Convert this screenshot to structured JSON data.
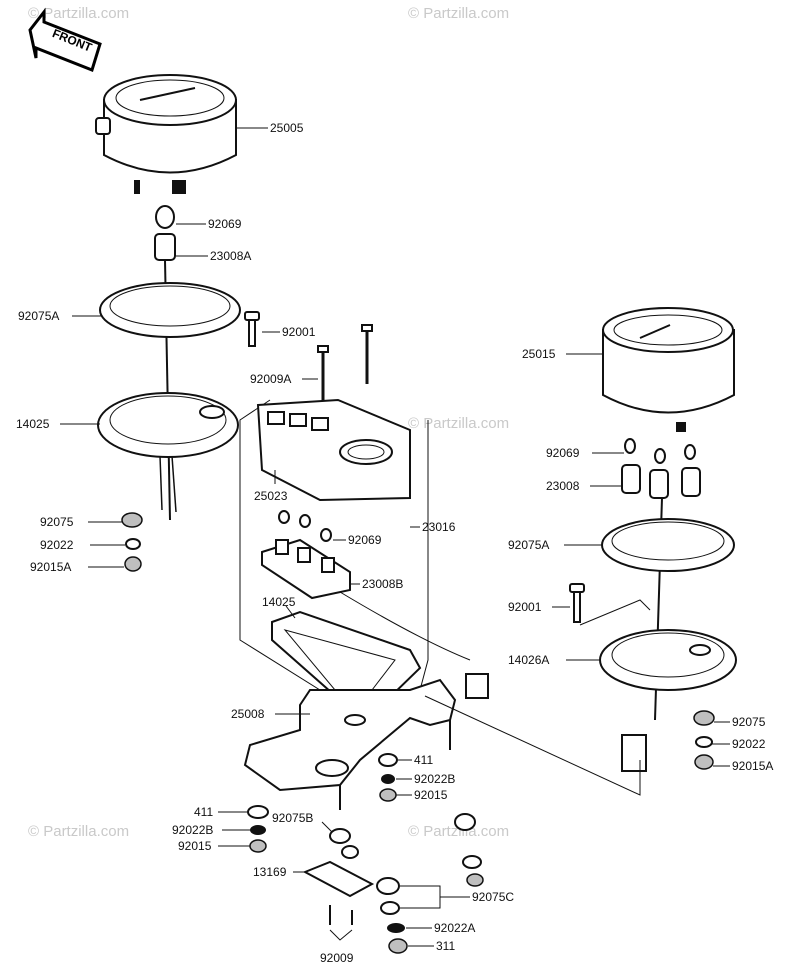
{
  "watermark": "© Partzilla.com",
  "front_label": "FRONT",
  "parts": {
    "p25005": "25005",
    "p92069_top": "92069",
    "p23008A": "23008A",
    "p92075A_left": "92075A",
    "p92001_left": "92001",
    "p92009A": "92009A",
    "p14025_left": "14025",
    "p92075_left": "92075",
    "p92022_left": "92022",
    "p92015A_left": "92015A",
    "p25023": "25023",
    "p23016": "23016",
    "p92069_mid": "92069",
    "p23008B": "23008B",
    "p14025_mid": "14025",
    "p25008": "25008",
    "p411_right": "411",
    "p92022B_right": "92022B",
    "p92015_right": "92015",
    "p411_left": "411",
    "p92022B_left": "92022B",
    "p92015_left": "92015",
    "p92075B": "92075B",
    "p13169": "13169",
    "p92009": "92009",
    "p92075C": "92075C",
    "p92022A": "92022A",
    "p311": "311",
    "p25015": "25015",
    "p92069_right": "92069",
    "p23008": "23008",
    "p92075A_right": "92075A",
    "p92001_right": "92001",
    "p14026A": "14026A",
    "p92075_right": "92075",
    "p92022_right": "92022",
    "p92015A_right": "92015A"
  }
}
